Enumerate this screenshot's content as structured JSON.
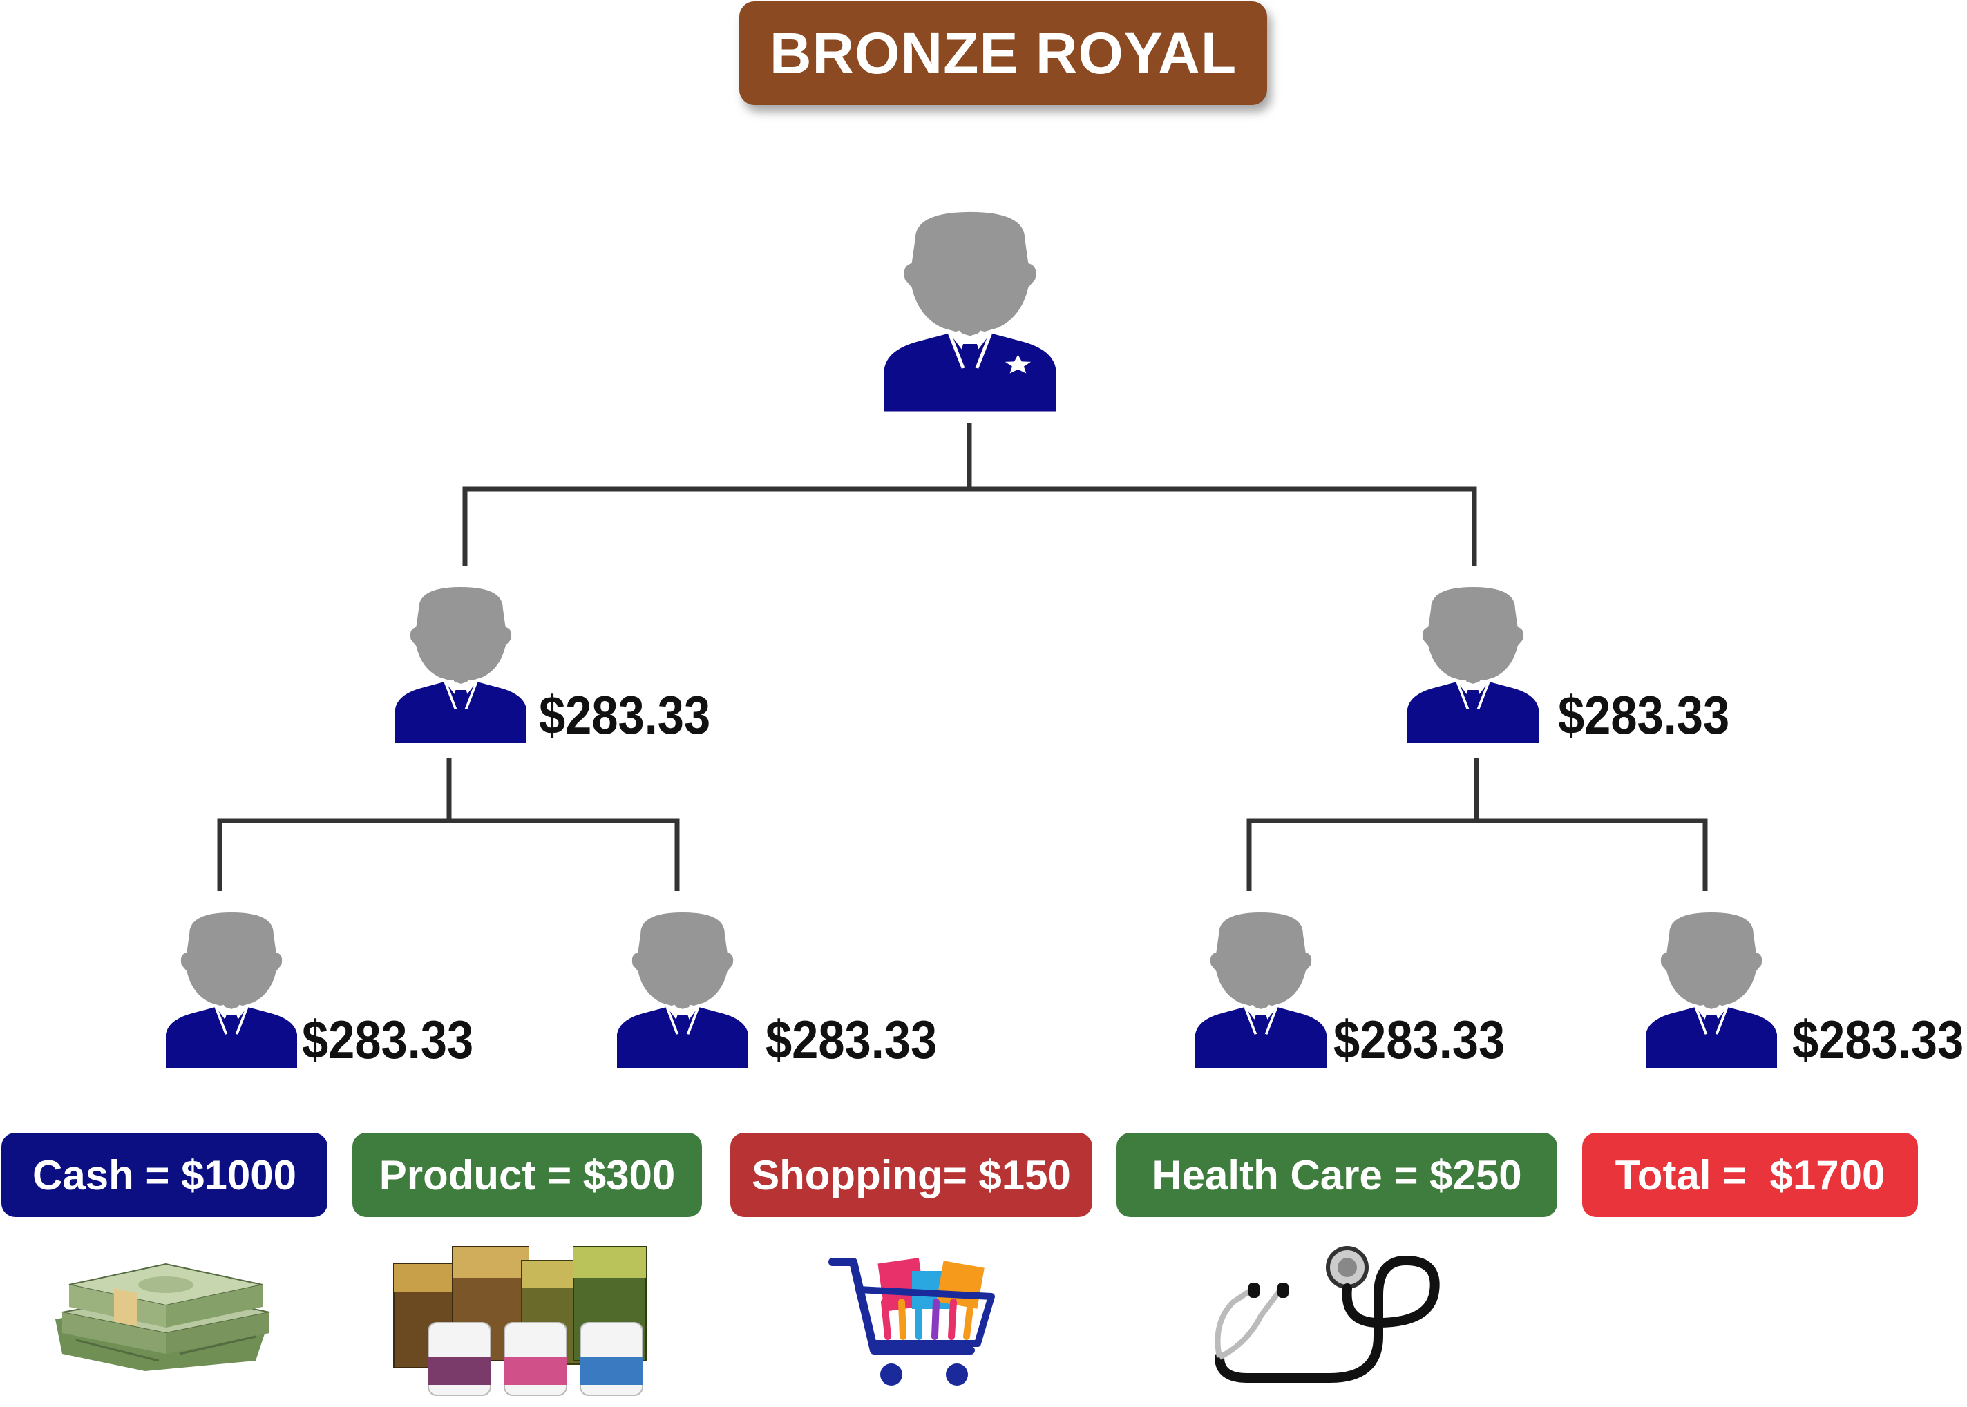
{
  "title": "BRONZE ROYAL",
  "tree": {
    "top": {
      "icon": "person-star-icon"
    },
    "level1": [
      {
        "amount": "$283.33"
      },
      {
        "amount": "$283.33"
      }
    ],
    "level2": [
      {
        "amount": "$283.33"
      },
      {
        "amount": "$283.33"
      },
      {
        "amount": "$283.33"
      },
      {
        "amount": "$283.33"
      }
    ]
  },
  "rewards": [
    {
      "label": "Cash = $1000",
      "color": "#0B0F82",
      "icon": "money-stack-icon"
    },
    {
      "label": "Product = $300",
      "color": "#3E7D3E",
      "icon": "tea-products-icon"
    },
    {
      "label": "Shopping= $150",
      "color": "#B83434",
      "icon": "shopping-cart-icon"
    },
    {
      "label": "Health Care = $250",
      "color": "#3E7D3E",
      "icon": "stethoscope-icon"
    },
    {
      "label": "Total =  $1700",
      "color": "#E8343A"
    }
  ],
  "colors": {
    "suit": "#0A0A8A",
    "head": "#969696",
    "line": "#333333",
    "title_bg": "#8B4A22"
  }
}
